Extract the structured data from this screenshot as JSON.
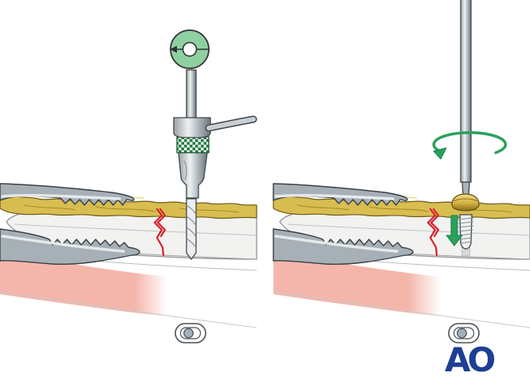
{
  "logo": {
    "text": "AO"
  },
  "colors": {
    "background": "#ffffff",
    "bone": "#f2f2f0",
    "bone_outline": "#8e9497",
    "soft_tissue_pink": "#f4b6ab",
    "tendon_gold": "#d8bd50",
    "tendon_outline": "#6e5b1b",
    "clamp_gray": "#a6b0b6",
    "clamp_outline": "#3a4045",
    "fracture_red": "#d6212d",
    "accent_green": "#2aa05c",
    "guide_green": "#8fd0a2",
    "knurl_green": "#227a43",
    "metal_light": "#eef1f2",
    "metal_mid": "#aab2b7",
    "metal_dark": "#6d767b",
    "screw_gold": "#c5a22e",
    "logo_blue": "#1d3e94"
  },
  "icons": {
    "rotation_arrow": "elliptical-rotation-arrow",
    "compression_arrow": "down-arrow",
    "drill_top_view": "green-disc-with-left-arrow",
    "cross_section_marker": "nested-stadium-with-dot"
  }
}
